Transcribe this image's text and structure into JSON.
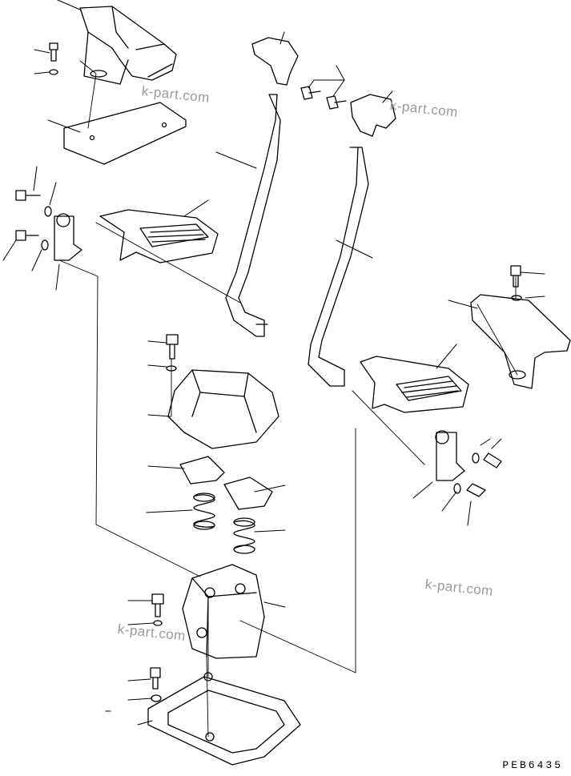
{
  "watermarks": [
    "k-part.com",
    "k-part.com",
    "k-part.com",
    "k-part.com"
  ],
  "drawing_code": "PEB6435"
}
